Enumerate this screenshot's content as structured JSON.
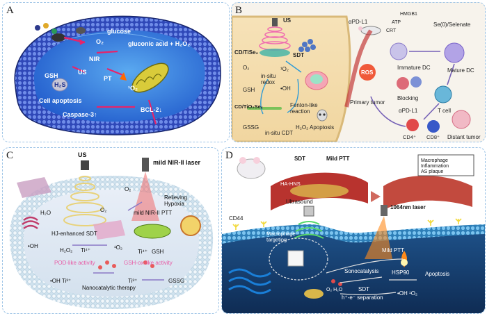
{
  "panels": {
    "a": {
      "letter": "A",
      "labels": {
        "glucose": "glucose",
        "o2": "O₂",
        "gluconic": "gluconic acid + H₂O₂",
        "nir": "NIR",
        "us": "US",
        "pt": "PT",
        "o1": "¹O₂",
        "gsh": "GSH",
        "h2s": "H₂S",
        "apoptosis": "Cell apoptosis",
        "caspase": "Caspase-3↑",
        "bcl2": "BCL-2↓"
      }
    },
    "b": {
      "letter": "B",
      "labels": {
        "us": "US",
        "cdtise": "CD/TiSe₂",
        "sdt": "SDT",
        "o2": "O₂",
        "o1": "¹O₂",
        "redox": "in-situ\nredox",
        "gsh": "GSH",
        "oh": "•OH",
        "cdtio": "CD/TiO₂Seₓ",
        "fenton": "Fenton-like\nreaction",
        "gssg": "GSSG",
        "cdt": "in-situ CDT",
        "h2o2": "H₂O₂",
        "apoptosis": "Apoptosis",
        "apdl1_top": "αPD-L1",
        "hmgb1": "HMGB1",
        "atp": "ATP",
        "crt": "CRT",
        "se": "Se(0)/Selenate",
        "immature": "Immature DC",
        "mature": "Mature DC",
        "ros": "ROS",
        "primary": "Primary tumor",
        "blocking": "Blocking",
        "apdl1": "αPD-L1",
        "tcell": "T cell",
        "cd4": "CD4⁺",
        "cd8": "CD8⁺",
        "distant": "Distant tumor"
      }
    },
    "c": {
      "letter": "C",
      "labels": {
        "us": "US",
        "laser": "mild NIR-II laser",
        "o2": "O₂",
        "relieving": "Relieving\nHypoxia",
        "ptt": "mild NIR-II PTT",
        "h2o": "H₂O",
        "o2b": "O₂",
        "hj": "HJ-enhanced SDT",
        "oh": "•OH",
        "h2o2": "H₂O₂",
        "ti4": "Ti⁴⁺",
        "o1": "¹O₂",
        "ti4b": "Ti⁴⁺",
        "gsh": "GSH",
        "pod": "POD-like activity",
        "gshox": "GSH-ox-like activity",
        "ohti": "•OH  Ti³⁺",
        "ti3": "Ti³⁺",
        "gssg": "GSSG",
        "nano": "Nanocatalytic therapy"
      }
    },
    "d": {
      "letter": "D",
      "labels": {
        "sdt": "SDT",
        "mildptt_top": "Mild PTT",
        "box": "Macrophage\nInflammation\nAS plaque",
        "hahns": "HA-HNS",
        "cd44": "CD44",
        "ultrasound": "Ultrasound",
        "laser": "1064nm laser",
        "targeting": "Macrophage\ntargeting",
        "mildptt": "Mild PTT",
        "sono": "Sonocatalysis",
        "hsp90": "HSP90",
        "apoptosis": "Apoptosis",
        "sdt2": "SDT",
        "sep": "h⁺-e⁻ separation",
        "o2h2o": "O₂  H₂O",
        "ohr": "•OH  ¹O₂"
      }
    }
  }
}
